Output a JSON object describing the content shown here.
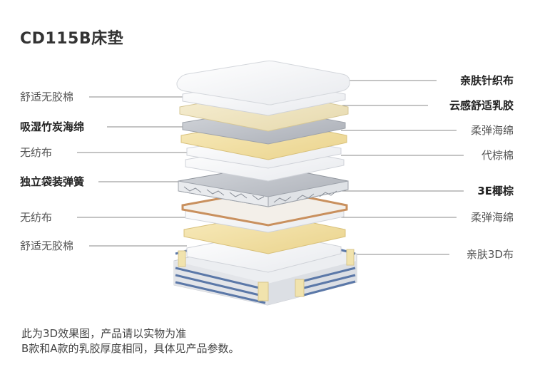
{
  "title": "CD115B床垫",
  "left_labels": [
    {
      "text": "舒适无胶棉",
      "bold": false
    },
    {
      "text": "吸湿竹炭海绵",
      "bold": true
    },
    {
      "text": "无纺布",
      "bold": false
    },
    {
      "text": "独立袋装弹簧",
      "bold": true
    },
    {
      "text": "无纺布",
      "bold": false
    },
    {
      "text": "舒适无胶棉",
      "bold": false
    }
  ],
  "right_labels": [
    {
      "text": "亲肤针织布",
      "bold": true
    },
    {
      "text": "云感舒适乳胶",
      "bold": true
    },
    {
      "text": "柔弹海绵",
      "bold": false
    },
    {
      "text": "代棕棉",
      "bold": false
    },
    {
      "text": "3E椰棕",
      "bold": true
    },
    {
      "text": "柔弹海绵",
      "bold": false
    },
    {
      "text": "亲肤3D布",
      "bold": false
    }
  ],
  "notes": {
    "line1": "此为3D效果图，产品请以实物为准",
    "line2": "B款和A款的乳胶厚度相同，具体见产品参数。"
  },
  "colors": {
    "cream": "#f1e6c0",
    "latex": "#f3e2a6",
    "coir": "#c9905e",
    "grey": "#b8bcc4",
    "white": "#f4f5f7",
    "blue": "#5b78a8"
  }
}
